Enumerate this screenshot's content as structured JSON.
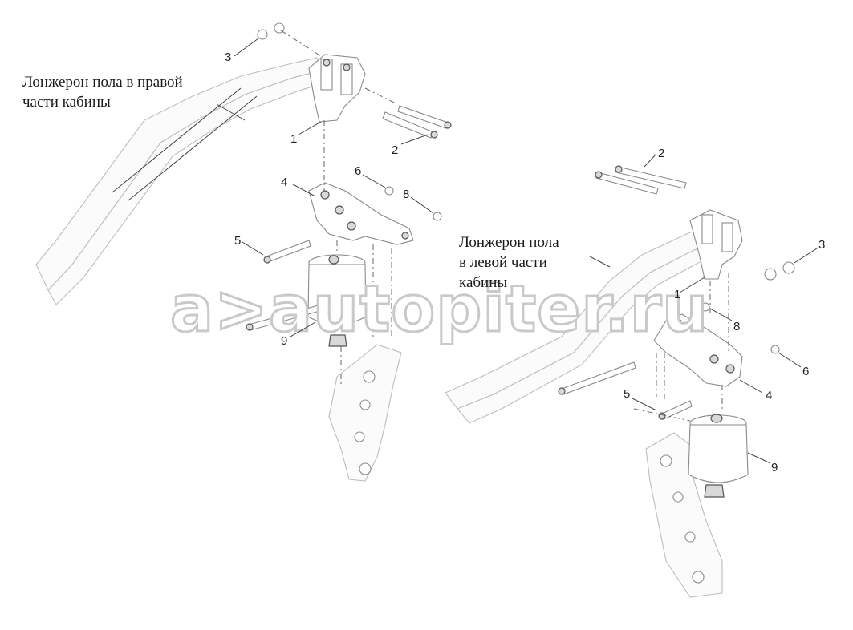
{
  "labels": {
    "right_member": "Лонжерон пола в правой\nчасти кабины",
    "left_member": "Лонжерон пола\nв левой части\nкабины"
  },
  "callouts": {
    "r1": "1",
    "r2": "2",
    "r3": "3",
    "r4": "4",
    "r5": "5",
    "r6": "6",
    "r8": "8",
    "r9": "9",
    "l1": "1",
    "l2": "2",
    "l3": "3",
    "l4": "4",
    "l5": "5",
    "l6": "6",
    "l8": "8",
    "l9": "9"
  },
  "watermark": {
    "text": "a>autopiter.ru"
  }
}
